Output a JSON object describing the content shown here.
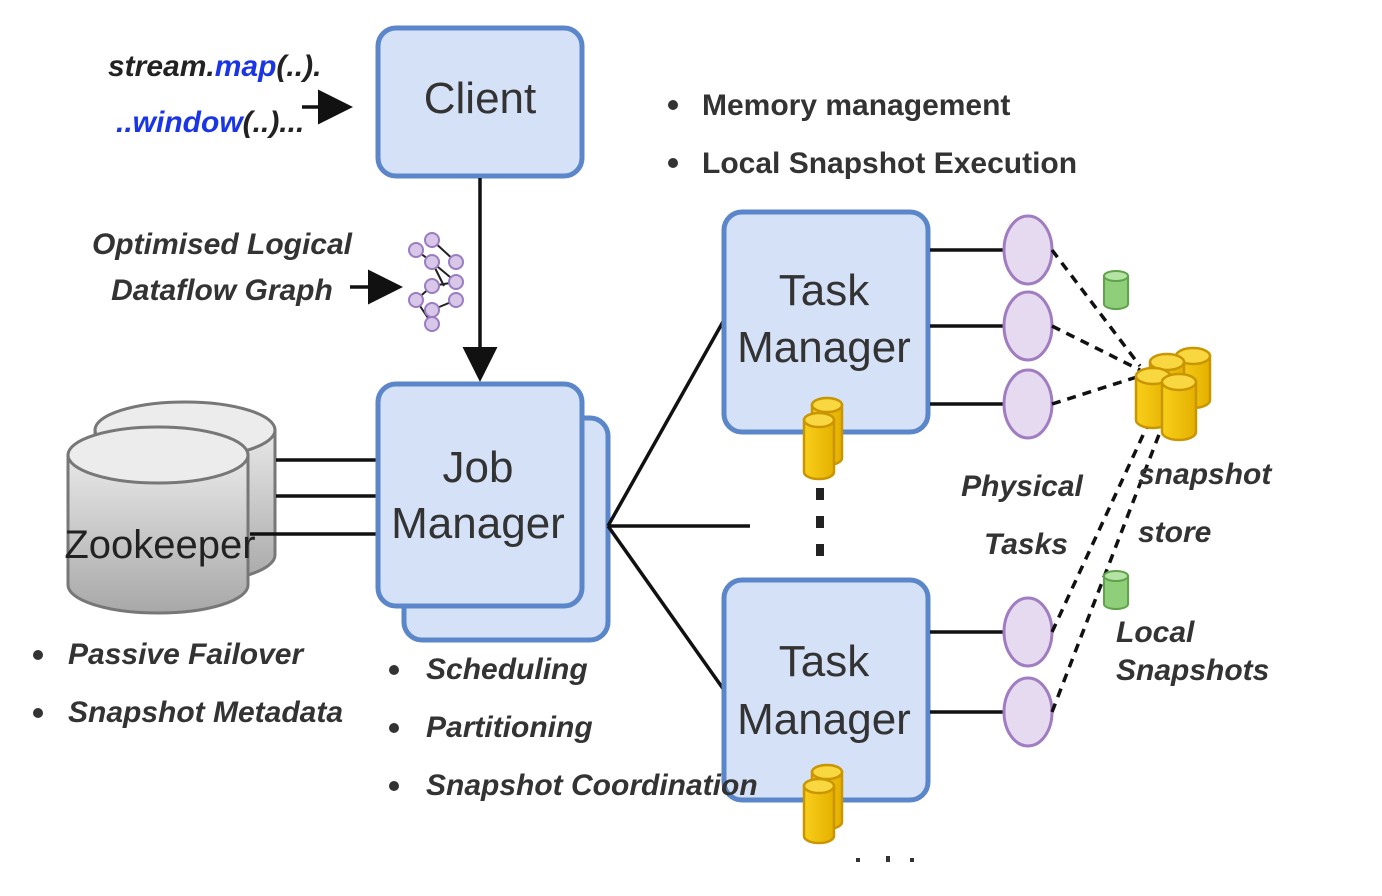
{
  "code": {
    "line1_prefix": "stream.",
    "line1_method": "map",
    "line1_suffix": "(..).",
    "line2_prefix": "..",
    "line2_method": "window",
    "line2_suffix": "(..)...",
    "method_color": "#1a35e6"
  },
  "nodes": {
    "client": "Client",
    "job_manager": [
      "Job",
      "Manager"
    ],
    "task_manager_top": [
      "Task",
      "Manager"
    ],
    "task_manager_bottom": [
      "Task",
      "Manager"
    ],
    "zookeeper": "Zookeeper"
  },
  "labels": {
    "logical_graph": [
      "Optimised Logical",
      "Dataflow Graph"
    ],
    "physical_tasks": [
      "Physical",
      "Tasks"
    ],
    "snapshot_store": [
      "snapshot",
      "store"
    ],
    "local_snapshots": [
      "Local",
      "Snapshots"
    ]
  },
  "bullets": {
    "task_manager": [
      "Memory management",
      "Local Snapshot Execution"
    ],
    "zookeeper": [
      "Passive Failover",
      "Snapshot Metadata"
    ],
    "job_manager": [
      "Scheduling",
      "Partitioning",
      "Snapshot Coordination"
    ]
  },
  "colors": {
    "box_fill": "#d4e1f7",
    "box_stroke": "#5b86c9",
    "task_fill": "#e6daf0",
    "task_stroke": "#a07cc0",
    "db_gold": "#f5c400",
    "db_green": "#8fcf7a",
    "zookeeper_gray": "#bdbdbd"
  }
}
